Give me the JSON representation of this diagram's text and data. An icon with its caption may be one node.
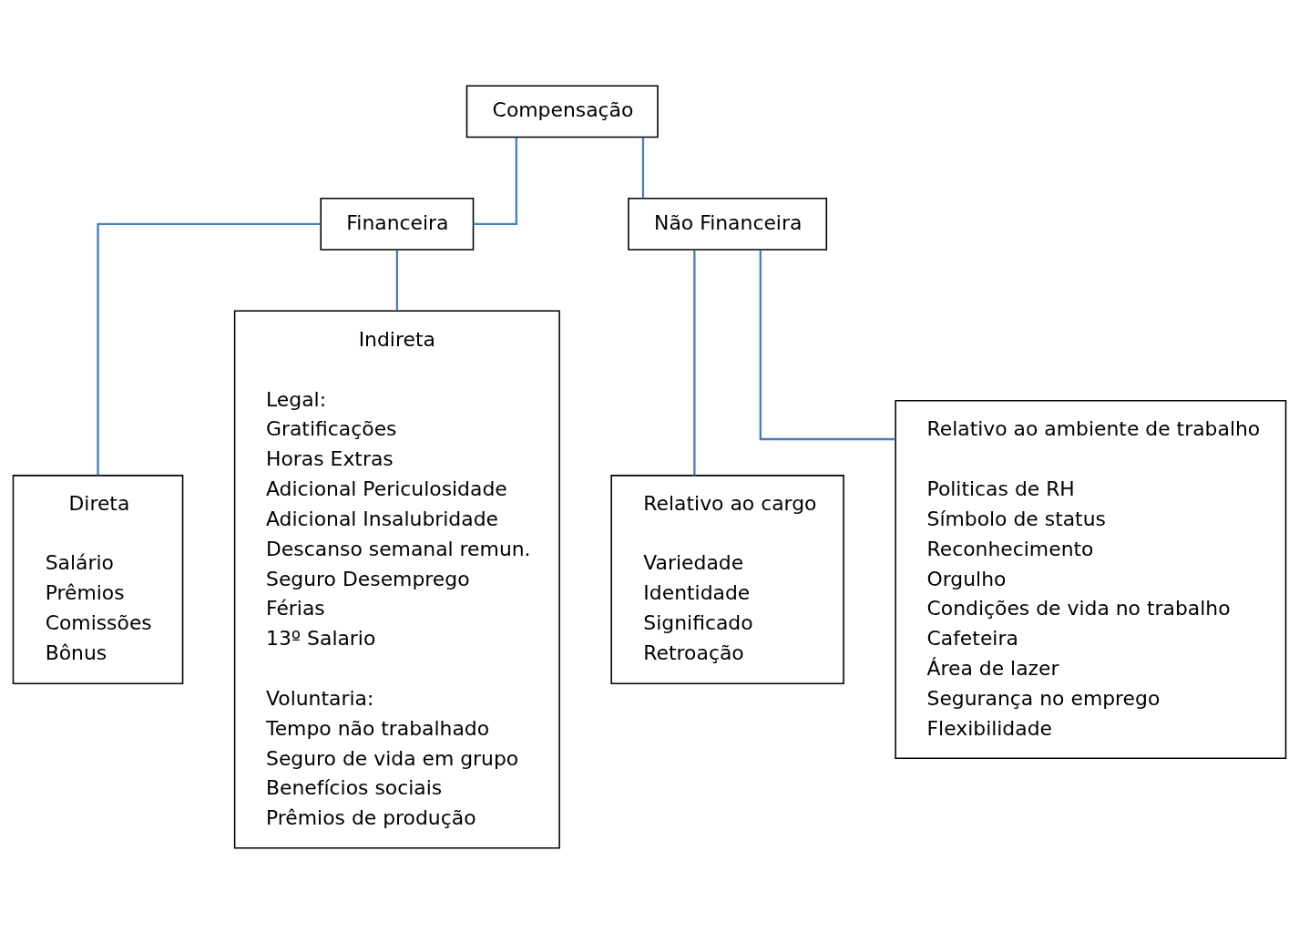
{
  "diagram": {
    "nodes": [
      {
        "text": [
          "Compensação"
        ]
      },
      {
        "text": [
          "Financeira"
        ]
      },
      {
        "text": [
          "Não Financeira"
        ]
      },
      {
        "text": [
          "Direta",
          "Salário",
          "Prêmios",
          "Comissões",
          "Bônus"
        ]
      },
      {
        "text": [
          "Indireta",
          "Legal:",
          "Gratificações",
          "Horas Extras",
          "Adicional Periculosidade",
          "Adicional Insalubridade",
          "Descanso semanal remun.",
          "Seguro Desemprego",
          "Férias",
          "13º Salario",
          "Voluntaria:",
          "Tempo não trabalhado",
          "Seguro de vida em grupo",
          "Benefícios sociais",
          "Prêmios de produção"
        ]
      },
      {
        "text": [
          "Relativo ao cargo",
          "Variedade",
          "Identidade",
          "Significado",
          "Retroação"
        ]
      },
      {
        "text": [
          "Relativo ao ambiente de trabalho",
          "Politicas de RH",
          "Símbolo de status",
          "Reconhecimento",
          "Orgulho",
          "Condições de vida no trabalho",
          "Cafeteira",
          "Área de lazer",
          "Segurança no emprego",
          "Flexibilidade"
        ]
      }
    ],
    "edges": [
      {
        "from": 0,
        "to": 1,
        "arrow": "none"
      },
      {
        "from": 0,
        "to": 2,
        "arrow": "none"
      },
      {
        "from": 1,
        "to": 3,
        "arrow": "none"
      },
      {
        "from": 1,
        "to": 4,
        "arrow": "none"
      },
      {
        "from": 2,
        "to": 5,
        "arrow": "none"
      },
      {
        "from": 2,
        "to": 6,
        "arrow": "none"
      }
    ]
  }
}
